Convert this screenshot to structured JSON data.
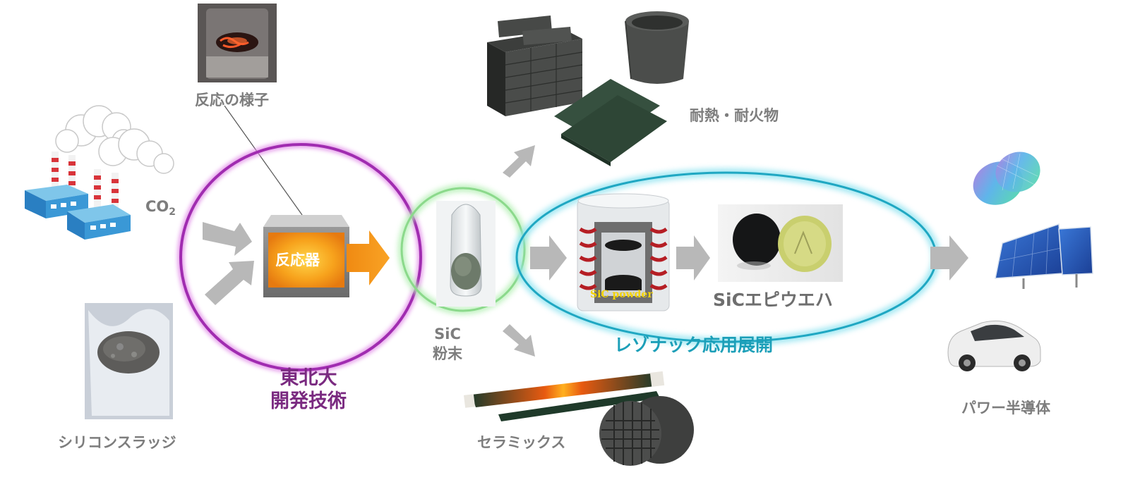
{
  "labels": {
    "reaction_photo": "反応の様子",
    "co2_main": "CO",
    "co2_sub": "2",
    "reactor": "反応器",
    "sludge": "シリコンスラッジ",
    "tohoku_line1": "東北大",
    "tohoku_line2": "開発技術",
    "sic_line1": "SiC",
    "sic_line2": "粉末",
    "refractory": "耐熱・耐火物",
    "ceramics": "セラミックス",
    "sic_powder": "SiC powder",
    "epi_wafer": "SiCエピウエハ",
    "resonac": "レゾナック応用展開",
    "power_semi": "パワー半導体"
  },
  "icons": [
    "reaction-photo",
    "factory-icon",
    "sludge-photo",
    "reactor-box-icon",
    "sic-powder-vial",
    "refractory-bricks-icon",
    "crucible-icon",
    "ceramic-plates-icon",
    "heating-rod-icon",
    "honeycomb-filter-icon",
    "crystal-growth-furnace-icon",
    "sic-wafers-photo",
    "wafer-icon",
    "solar-panel-icon",
    "car-icon"
  ],
  "colors": {
    "purple_ring": "#a02cb0",
    "green_ring": "#8bd98b",
    "teal_ring": "#1fa7c2",
    "reactor_orange": "#f59a17",
    "arrow_gray": "#b8b8b8",
    "text_gray": "#7d7d7d"
  }
}
